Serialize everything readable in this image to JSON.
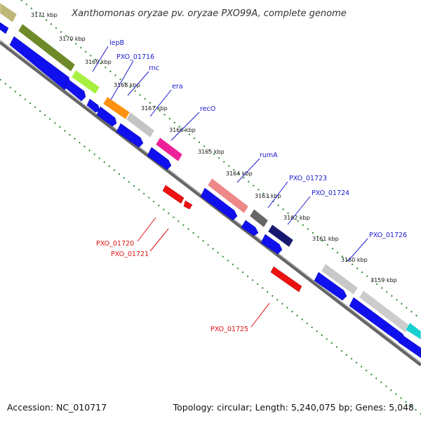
{
  "title": "Xanthomonas oryzae pv. oryzae PXO99A, complete genome",
  "footer": {
    "accession": "Accession: NC_010717",
    "summary": "Topology: circular; Length: 5,240,075 bp; Genes: 5,048"
  },
  "colors": {
    "backbone": "#888888",
    "tick_dots": "#2a8a2a",
    "cds_forward": "#1010ee",
    "cds_reverse": "#ee1111",
    "label_forward": "#1a1acc",
    "label_reverse": "#dd1111"
  },
  "kbp_ticks": [
    "3171 kbp",
    "3170 kbp",
    "3169 kbp",
    "3168 kbp",
    "3167 kbp",
    "3166 kbp",
    "3165 kbp",
    "3164 kbp",
    "3163 kbp",
    "3162 kbp",
    "3161 kbp",
    "3160 kbp",
    "3159 kbp"
  ],
  "gene_labels_forward": [
    "lepB",
    "PXO_01716",
    "rnc",
    "era",
    "recO",
    "rumA",
    "PXO_01723",
    "PXO_01724",
    "PXO_01726"
  ],
  "gene_labels_reverse": [
    "PXO_01720",
    "PXO_01721",
    "PXO_01725"
  ]
}
